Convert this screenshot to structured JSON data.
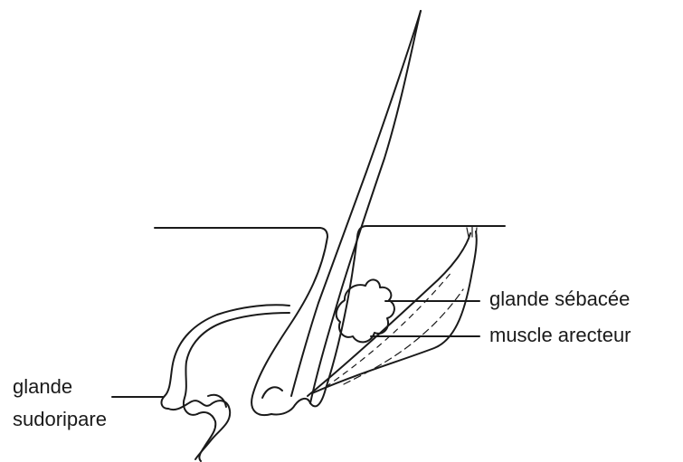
{
  "labels": {
    "sebaceous_gland": "glande sébacée",
    "arrector_muscle": "muscle arecteur",
    "sweat_gland_line1": "glande",
    "sweat_gland_line2": "sudoripare"
  },
  "colors": {
    "ink": "#1a1a1a",
    "background": "#ffffff"
  }
}
